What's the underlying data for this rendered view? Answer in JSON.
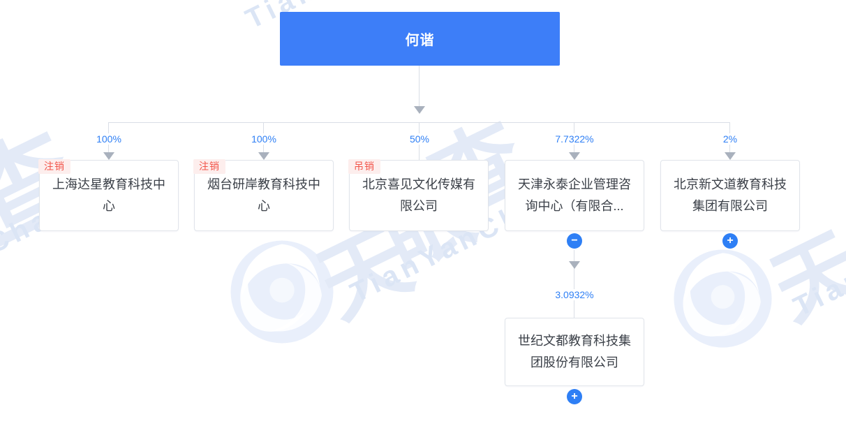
{
  "root": {
    "label": "何谐"
  },
  "branches": [
    {
      "percent": "100%",
      "status": "注销",
      "company": "上海达星教育科技中心"
    },
    {
      "percent": "100%",
      "status": "注销",
      "company": "烟台研岸教育科技中心"
    },
    {
      "percent": "50%",
      "status": "吊销",
      "company": "北京喜见文化传媒有限公司"
    },
    {
      "percent": "7.7322%",
      "status": "",
      "company": "天津永泰企业管理咨询中心（有限合..."
    },
    {
      "percent": "2%",
      "status": "",
      "company": "北京新文道教育科技集团有限公司"
    }
  ],
  "sub_branch": {
    "percent": "3.0932%",
    "company": "世纪文都教育科技集团股份有限公司"
  },
  "buttons": {
    "collapse": "−",
    "expand": "+"
  },
  "watermark": {
    "brand_chars": [
      "天",
      "眼",
      "查"
    ],
    "brand_latin": "TianYanCha",
    "latin_tail": "Cha",
    "char_left": "查",
    "char_right": "天"
  },
  "colors": {
    "accent_blue": "#3d7ef8",
    "percent_blue": "#2e7ff5",
    "badge_red": "#f25449",
    "badge_bg": "#fdeeed",
    "line_gray": "#d9dee6",
    "arrow_gray": "#a9b1bd",
    "watermark_blue": "#e3eaf7"
  }
}
